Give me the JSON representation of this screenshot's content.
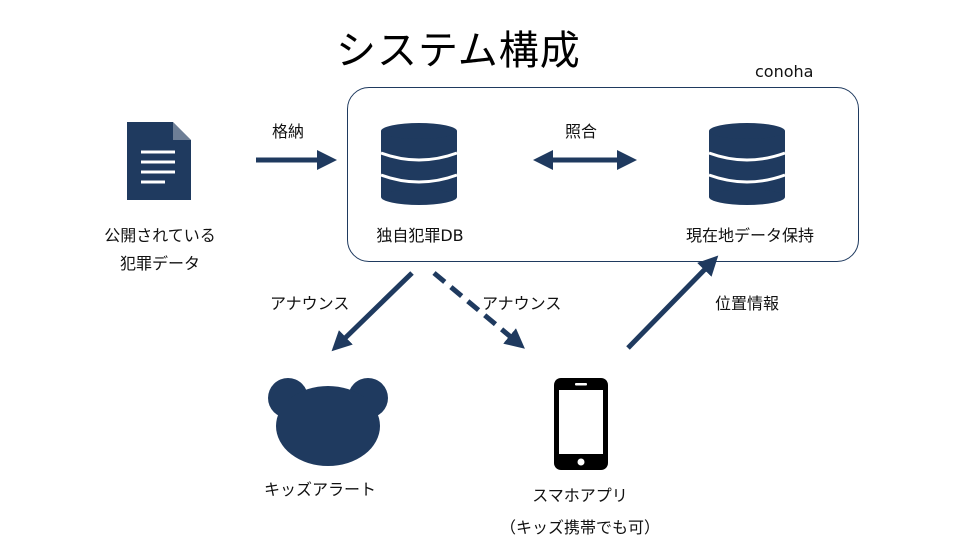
{
  "title": "システム構成",
  "server_label": "conoha",
  "nodes": {
    "public_data": {
      "line1": "公開されている",
      "line2": "犯罪データ",
      "icon": "document-icon"
    },
    "crime_db": {
      "label": "独自犯罪DB",
      "icon": "database-icon"
    },
    "location_db": {
      "label": "現在地データ保持",
      "icon": "database-icon"
    },
    "kids_alert": {
      "label": "キッズアラート",
      "icon": "bear-head-icon"
    },
    "smartphone": {
      "line1": "スマホアプリ",
      "line2": "（キッズ携帯でも可）",
      "icon": "smartphone-icon"
    }
  },
  "edges": {
    "store": "格納",
    "match": "照合",
    "announce_kids": "アナウンス",
    "announce_phone": "アナウンス",
    "location": "位置情報"
  },
  "colors": {
    "primary": "#1f3a5f",
    "text": "#111111"
  }
}
